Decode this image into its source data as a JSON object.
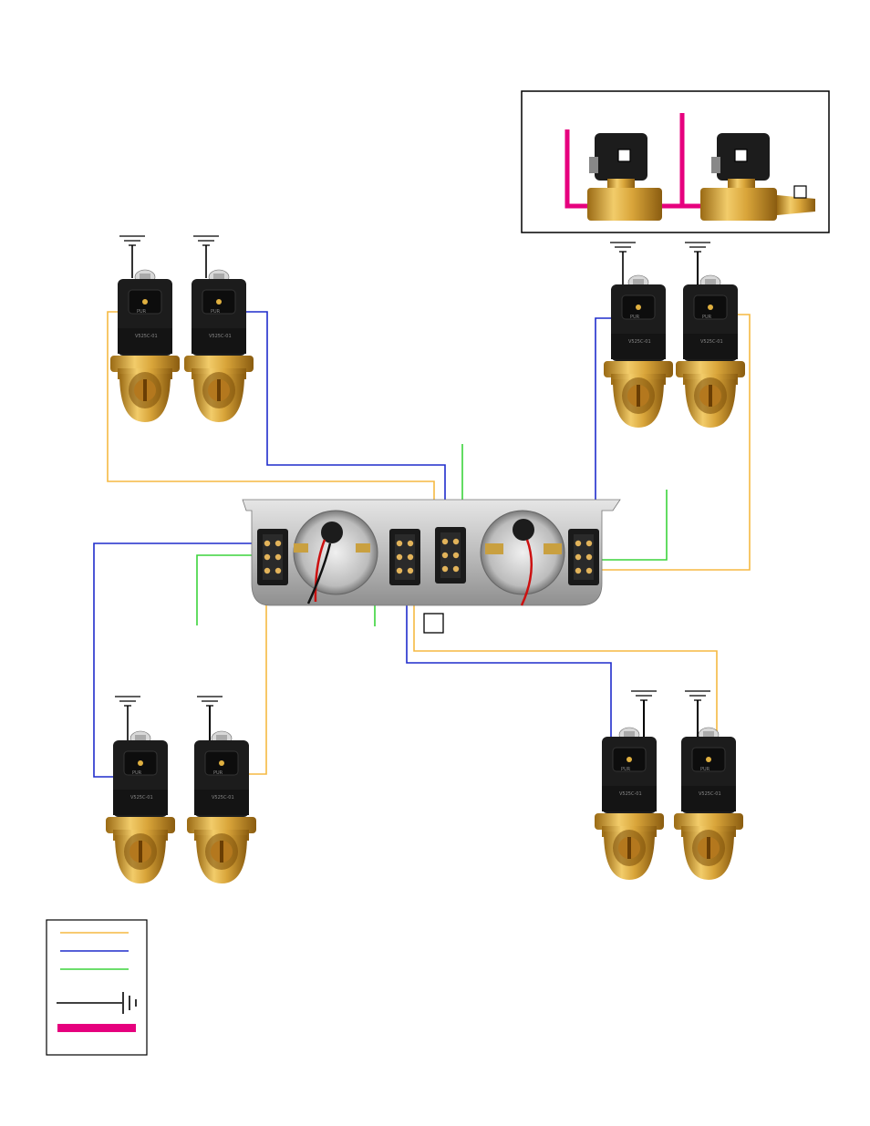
{
  "colors": {
    "yellow_wire": "#f5b942",
    "blue_wire": "#1f2ccc",
    "green_wire": "#3bd43b",
    "ground": "#000000",
    "air_line": "#e6007e",
    "brass": "#d9a53a",
    "coil": "#1a1a1a",
    "panel": "#c8c8c8"
  },
  "valve_label": "V525C-01",
  "valve_sublabel": "PUR",
  "icons": [
    "ground-symbol",
    "battery-ground-symbol",
    "solenoid-valve",
    "gauge",
    "toggle-switch",
    "brass-fitting"
  ]
}
